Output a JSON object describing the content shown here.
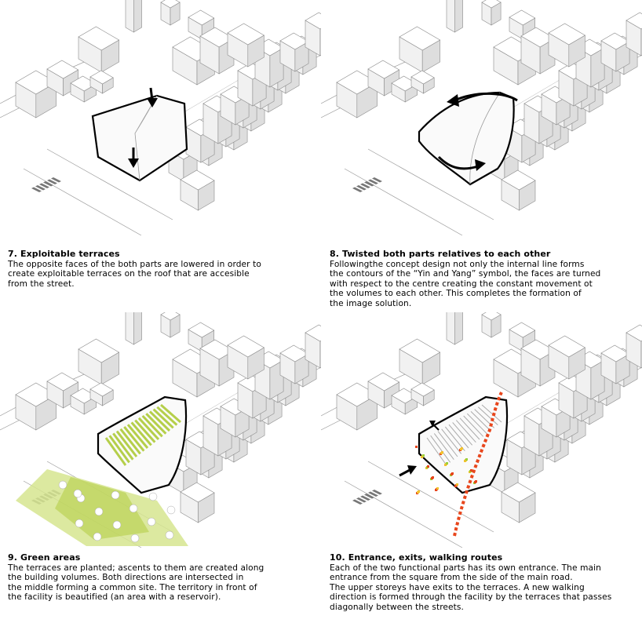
{
  "panels": [
    {
      "number": "7.",
      "title": "Exploitable terraces",
      "body": "The opposite faces of the both parts are lowered in order to\ncreate exploitable terraces on the roof that are accesible\nfrom the street."
    },
    {
      "number": "8.",
      "title": "Twisted both parts relatives to each other",
      "body": "Followingthe concept design not only the internal line forms\nthe contours of the “Yin and Yang” symbol, the faces are turned\nwith respect to the centre creating the constant movement ot\nthe volumes to each other. This completes the formation of\nthe image solution."
    },
    {
      "number": "9.",
      "title": "Green areas",
      "body": "The terraces are planted; ascents to them are created along\nthe building volumes. Both directions are intersected in\nthe middle forming a common site. The territory in front of\nthe facility is beautified (an area with a reservoir)."
    },
    {
      "number": "10.",
      "title": "Entrance, exits, walking routes",
      "body": "Each of the two functional parts has its own entrance. The main\nentrance from the square from the side of the main road.\nThe upper storeys have exits to the terraces. A new walking\ndirection is formed through the facility by the terraces that passes\ndiagonally between the streets."
    }
  ],
  "colors": {
    "green": "#b5cf4a",
    "green_light": "#d6e58f",
    "route_red": "#e8461c",
    "building_fill": "#f7f7f7",
    "building_stroke": "#8a8a8a"
  }
}
